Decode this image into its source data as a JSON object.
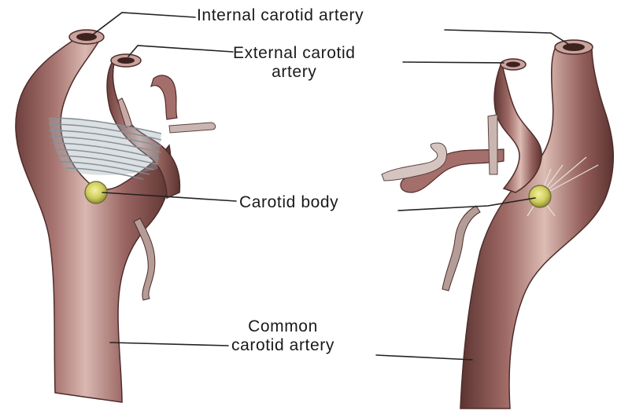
{
  "labels": {
    "internal_carotid": "Internal carotid artery",
    "external_carotid_line1": "External carotid",
    "external_carotid_line2": "artery",
    "carotid_body": "Carotid body",
    "common_carotid_line1": "Common",
    "common_carotid_line2": "carotid artery"
  },
  "colors": {
    "artery_base": "#9b6663",
    "artery_dark": "#5e3532",
    "artery_light": "#d8b5ad",
    "nerve": "#b9a7a2",
    "carotid_body": "#d9d76a",
    "leader_line": "#222222"
  }
}
